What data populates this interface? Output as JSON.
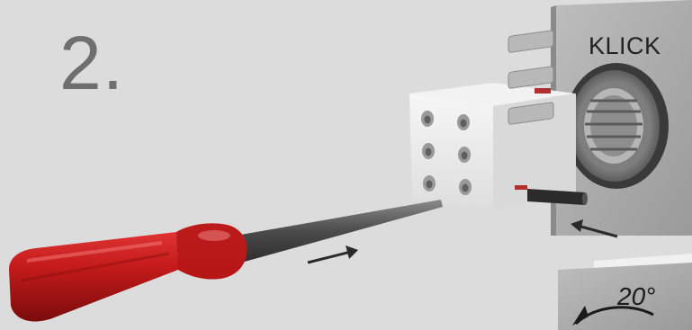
{
  "step": {
    "number": "2."
  },
  "labels": {
    "klick": "KLICK",
    "angle": "20°"
  },
  "icons": {
    "screwdriver": "screwdriver-icon",
    "terminal_block": "terminal-block-icon",
    "wire": "wire-icon",
    "mounting_plate": "mounting-plate-icon",
    "rotation_arrow": "rotation-arrow-icon"
  },
  "colors": {
    "background": "#dcdcdc",
    "screwdriver_handle": "#c41a1a",
    "terminal_block": "#ececec",
    "panel": "#a9a9a9",
    "step_number": "#6f6f6f"
  }
}
